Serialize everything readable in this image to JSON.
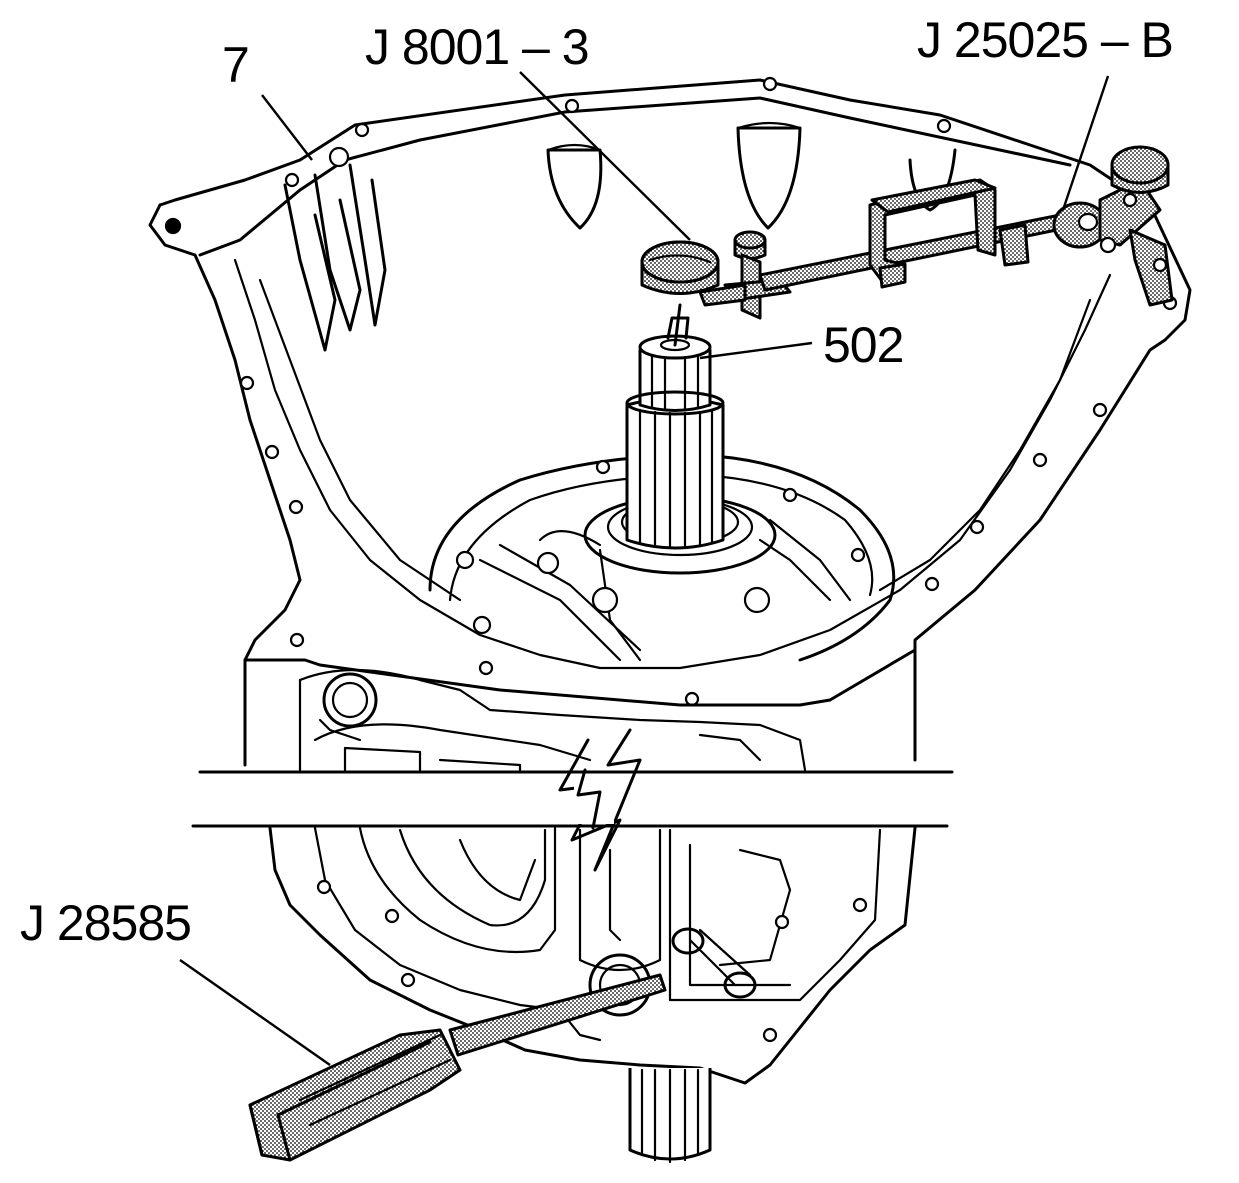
{
  "callouts": {
    "c7": "7",
    "c8001": "J 8001 – 3",
    "c25025": "J 25025 – B",
    "c502": "502",
    "c28585": "J 28585"
  },
  "colors": {
    "line": "#000000",
    "background": "#ffffff",
    "stipple": "#9a9a9a"
  }
}
